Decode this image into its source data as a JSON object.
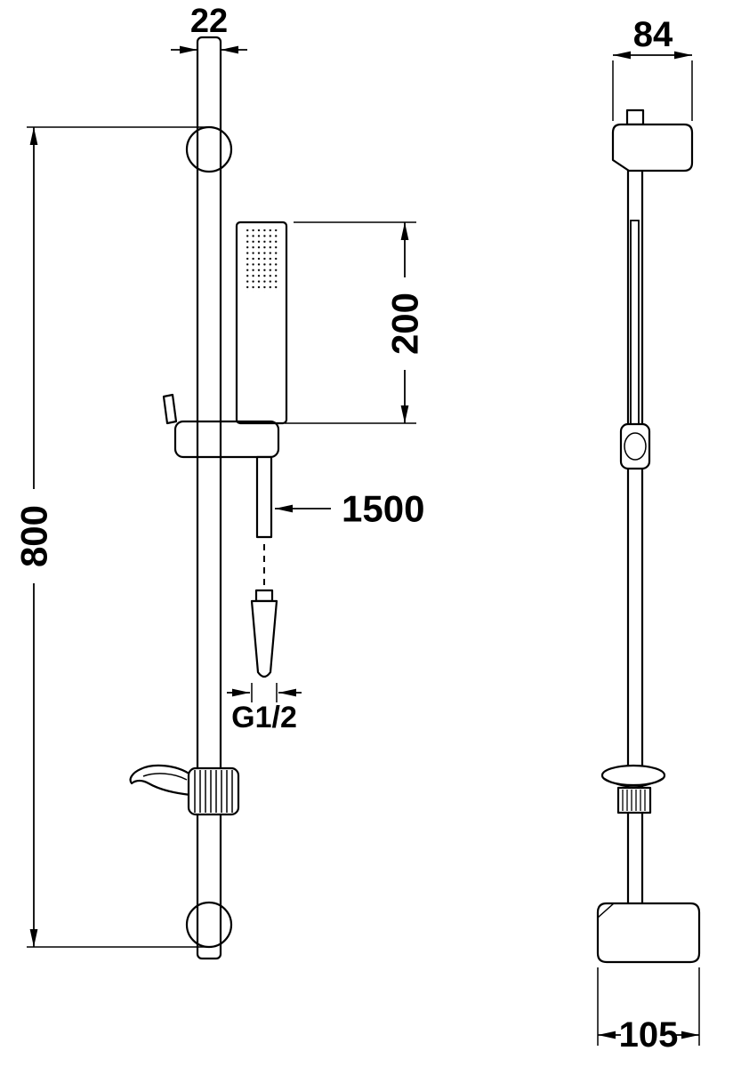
{
  "drawing": {
    "front_view": {
      "dim_rail_width": "22",
      "dim_bar_height": "800",
      "dim_handshower_length": "200",
      "dim_hose_length": "1500",
      "dim_thread": "G1/2"
    },
    "side_view": {
      "dim_top_bracket_width": "84",
      "dim_bottom_bracket_width": "105"
    },
    "colors": {
      "line": "#000000",
      "background": "#ffffff"
    }
  }
}
